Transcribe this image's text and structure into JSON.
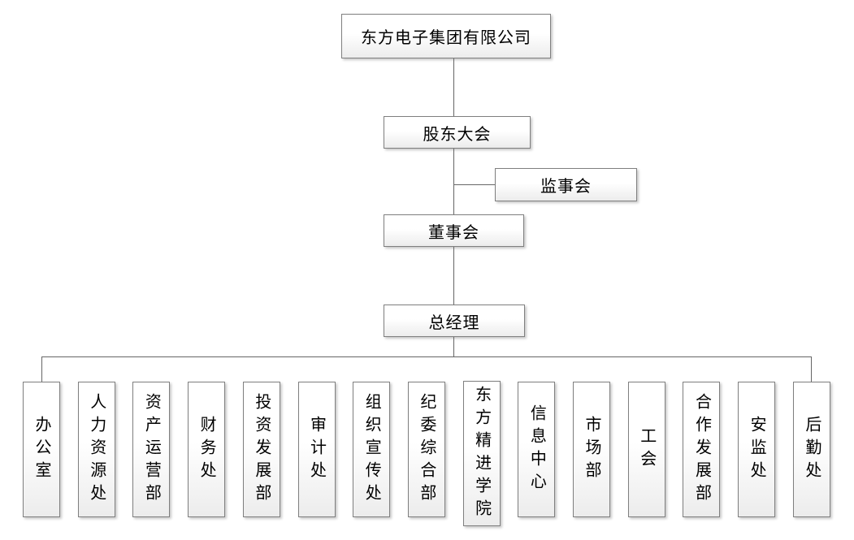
{
  "boxes": {
    "root": "东方电子集团有限公司",
    "shareholders_meeting": "股东大会",
    "supervisory_board": "监事会",
    "board_of_directors": "董事会",
    "general_manager": "总经理"
  },
  "departments": [
    "办公室",
    "人力资源处",
    "资产运营部",
    "财务处",
    "投资发展部",
    "审计处",
    "组织宣传处",
    "纪委综合部",
    "东方精进学院",
    "信息中心",
    "市场部",
    "工会",
    "合作发展部",
    "安监处",
    "后勤处"
  ],
  "colors": {
    "line": "#666666",
    "box_border": "#7f7f7f",
    "text": "#000000",
    "box_fill_top": "#ffffff",
    "box_fill_bottom": "#ececec"
  }
}
